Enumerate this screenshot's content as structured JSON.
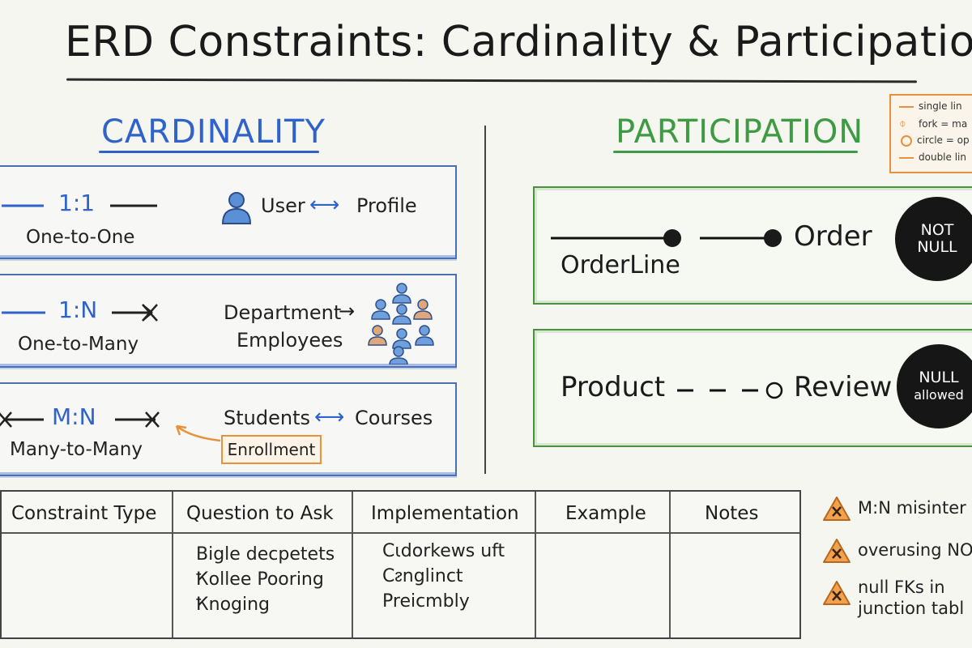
{
  "title": "ERD Constraints: Cardinality & Participation",
  "cardinality": {
    "heading": "CARDINALITY",
    "rows": [
      {
        "notation": "1:1",
        "label": "One-to-One",
        "example_a": "User",
        "example_b": "Profile"
      },
      {
        "notation": "1:N",
        "label": "One-to-Many",
        "example_a": "Department",
        "example_b": "Employees"
      },
      {
        "notation": "M:N",
        "label": "Many-to-Many",
        "example_a": "Students",
        "example_b": "Courses",
        "junction": "Enrollment"
      }
    ]
  },
  "participation": {
    "heading": "PARTICIPATION",
    "rows": [
      {
        "left": "OrderLine",
        "right": "Order",
        "badge_line1": "NOT",
        "badge_line2": "NULL"
      },
      {
        "left": "Product",
        "right": "Review",
        "badge_line1": "NULL",
        "badge_line2": "allowed"
      }
    ]
  },
  "legend": [
    "single lin",
    "fork = ma",
    "circle = op",
    "double lin"
  ],
  "table": {
    "headers": [
      "Constraint Type",
      "Question to Ask",
      "Implementation",
      "Example",
      "Notes"
    ],
    "question_lines": [
      "Bigle decpetets",
      "Ҟollee Pooring",
      "Ҟnoging"
    ],
    "implementation_lines": [
      "Cιdorkews uft",
      "Cᴤnglinct",
      "Preicmbly"
    ]
  },
  "warnings": [
    {
      "line1": "M:N misinter",
      "line2": ""
    },
    {
      "line1": "overusing NO",
      "line2": ""
    },
    {
      "line1": "null FKs in",
      "line2": "junction tabl"
    }
  ],
  "colors": {
    "blue": "#2f63c9",
    "green": "#3f9a44",
    "orange": "#e8913b",
    "ink": "#1d1d1d"
  }
}
